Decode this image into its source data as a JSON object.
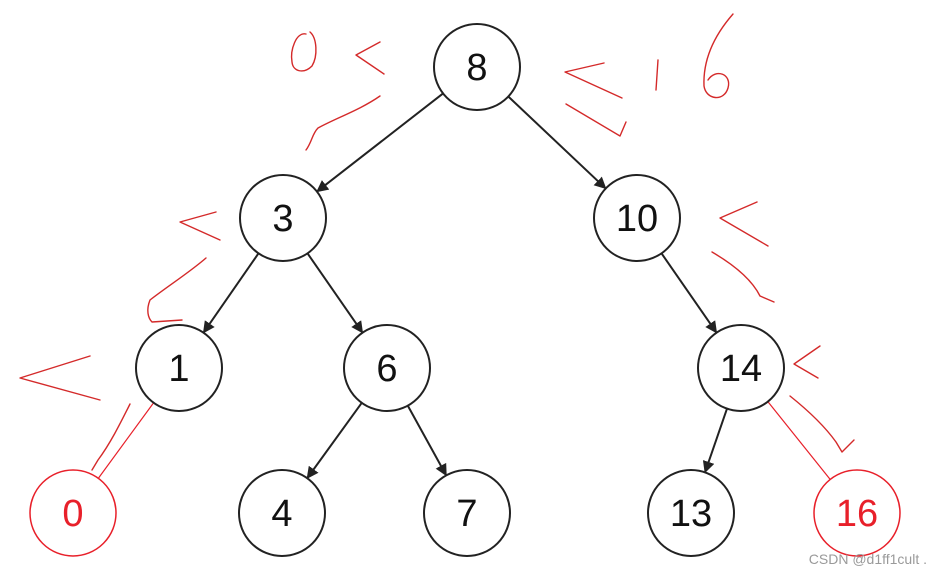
{
  "tree": {
    "nodes": [
      {
        "id": "n8",
        "label": "8",
        "added": false
      },
      {
        "id": "n3",
        "label": "3",
        "added": false
      },
      {
        "id": "n10",
        "label": "10",
        "added": false
      },
      {
        "id": "n1",
        "label": "1",
        "added": false
      },
      {
        "id": "n6",
        "label": "6",
        "added": false
      },
      {
        "id": "n14",
        "label": "14",
        "added": false
      },
      {
        "id": "n4",
        "label": "4",
        "added": false
      },
      {
        "id": "n7",
        "label": "7",
        "added": false
      },
      {
        "id": "n13",
        "label": "13",
        "added": false
      },
      {
        "id": "n0",
        "label": "0",
        "added": true
      },
      {
        "id": "n16",
        "label": "16",
        "added": true
      }
    ],
    "edges": [
      {
        "from": "n8",
        "to": "n3",
        "added": false
      },
      {
        "from": "n8",
        "to": "n10",
        "added": false
      },
      {
        "from": "n3",
        "to": "n1",
        "added": false
      },
      {
        "from": "n3",
        "to": "n6",
        "added": false
      },
      {
        "from": "n10",
        "to": "n14",
        "added": false
      },
      {
        "from": "n6",
        "to": "n4",
        "added": false
      },
      {
        "from": "n6",
        "to": "n7",
        "added": false
      },
      {
        "from": "n14",
        "to": "n13",
        "added": false
      },
      {
        "from": "n1",
        "to": "n0",
        "added": true
      },
      {
        "from": "n14",
        "to": "n16",
        "added": true
      }
    ]
  },
  "annotations": {
    "root_range": {
      "low": "0",
      "high": "16"
    }
  },
  "colors": {
    "node_stroke": "#222222",
    "edge": "#222222",
    "added": "#e8202a",
    "annotation": "#d42a2a"
  },
  "watermark": "CSDN @d1ff1cult ."
}
